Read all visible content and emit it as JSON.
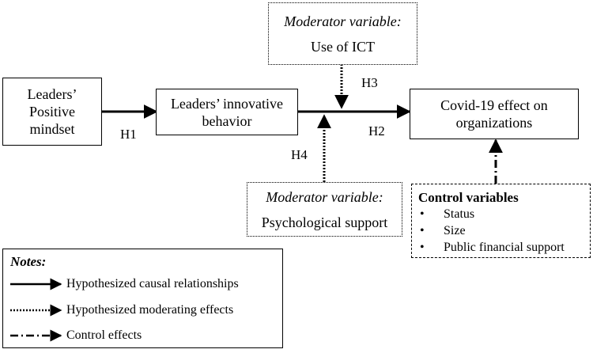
{
  "boxes": {
    "positive_mindset": {
      "line1": "Leaders’",
      "line2": "Positive",
      "line3": "mindset"
    },
    "innovative_behavior": {
      "line1": "Leaders’ innovative",
      "line2": "behavior"
    },
    "covid_effect": {
      "line1": "Covid-19 effect on",
      "line2": "organizations"
    },
    "moderator_ict": {
      "heading": "Moderator variable:",
      "text": "Use of ICT"
    },
    "moderator_psych": {
      "heading": "Moderator variable:",
      "text": "Psychological support"
    },
    "controls": {
      "heading": "Control variables",
      "bullet": "•",
      "items": [
        "Status",
        "Size",
        "Public financial support"
      ]
    }
  },
  "hypotheses": {
    "h1": "H1",
    "h2": "H2",
    "h3": "H3",
    "h4": "H4"
  },
  "notes": {
    "title": "Notes:",
    "causal": "Hypothesized causal relationships",
    "moderating": "Hypothesized moderating effects",
    "control": "Control effects"
  }
}
